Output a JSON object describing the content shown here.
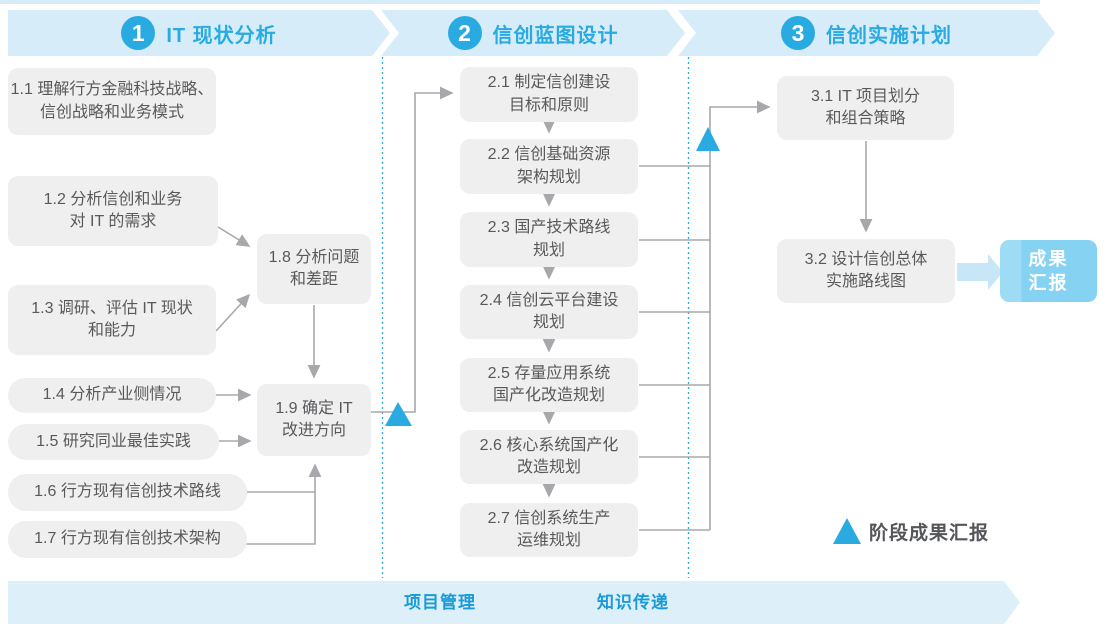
{
  "header": {
    "phases": [
      {
        "number": "1",
        "title": "IT 现状分析"
      },
      {
        "number": "2",
        "title": "信创蓝图设计"
      },
      {
        "number": "3",
        "title": "信创实施计划"
      }
    ]
  },
  "boxes": {
    "b1_1": "1.1 理解行方金融科技战略、\n信创战略和业务模式",
    "b1_2": "1.2 分析信创和业务\n对 IT 的需求",
    "b1_3": "1.3 调研、评估 IT 现状\n和能力",
    "b1_4": "1.4 分析产业侧情况",
    "b1_5": "1.5 研究同业最佳实践",
    "b1_6": "1.6 行方现有信创技术路线",
    "b1_7": "1.7 行方现有信创技术架构",
    "b1_8": "1.8 分析问题\n和差距",
    "b1_9": "1.9 确定 IT\n改进方向",
    "b2_1": "2.1 制定信创建设\n目标和原则",
    "b2_2": "2.2 信创基础资源\n架构规划",
    "b2_3": "2.3 国产技术路线\n规划",
    "b2_4": "2.4 信创云平台建设\n规划",
    "b2_5": "2.5 存量应用系统\n国产化改造规划",
    "b2_6": "2.6 核心系统国产化\n改造规划",
    "b2_7": "2.7 信创系统生产\n运维规划",
    "b3_1": "3.1 IT 项目划分\n和组合策略",
    "b3_2": "3.2 设计信创总体\n实施路线图",
    "result": "成果\n汇报"
  },
  "legend": {
    "milestone_label": "阶段成果汇报"
  },
  "bottom_bar": {
    "project_label": "项目管理",
    "knowledge_label": "知识传递"
  },
  "colors": {
    "accent_blue": "#29abe2",
    "band_bg": "#d6ecf9",
    "box_bg": "#efefef",
    "box_text": "#58595b",
    "connector_gray": "#a6a8ab",
    "result_box_bg": "#86d2f2",
    "bottom_band_bg": "#ddf0fa",
    "fat_arrow": "#c7e7f8"
  }
}
